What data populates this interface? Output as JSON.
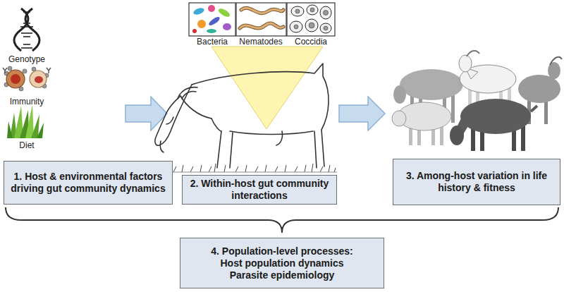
{
  "diagram": {
    "nodes": [
      {
        "text": [
          "1. Host & environmental factors driving gut community dynamics"
        ]
      },
      {
        "text": [
          "2. Within-host gut community interactions"
        ]
      },
      {
        "text": [
          "3. Among-host variation in life history & fitness"
        ]
      },
      {
        "text": [
          "4. Population-level processes:",
          "Host population dynamics",
          "Parasite epidemiology"
        ]
      }
    ],
    "labels": [
      "Genotype",
      "Immunity",
      "Diet",
      "Bacteria",
      "Nematodes",
      "Coccidia"
    ]
  }
}
